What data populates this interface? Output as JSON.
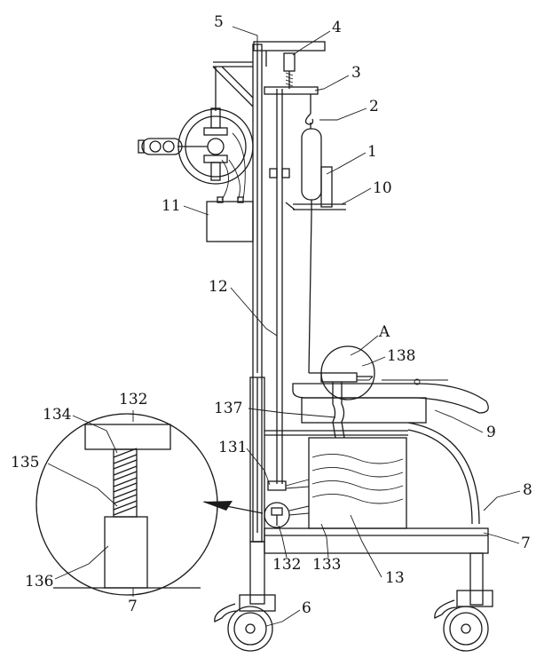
{
  "labels": {
    "n1": "1",
    "n2": "2",
    "n3": "3",
    "n4": "4",
    "n5": "5",
    "n6": "6",
    "n7": "7",
    "n7b": "7",
    "n8": "8",
    "n9": "9",
    "n10": "10",
    "n11": "11",
    "n12": "12",
    "n13": "13",
    "nA": "A",
    "n131": "131",
    "n132": "132",
    "n132b": "132",
    "n133": "133",
    "n134": "134",
    "n135": "135",
    "n136": "136",
    "n137": "137",
    "n138": "138"
  },
  "colors": {
    "line": "#1a1a1a",
    "background": "#ffffff"
  }
}
